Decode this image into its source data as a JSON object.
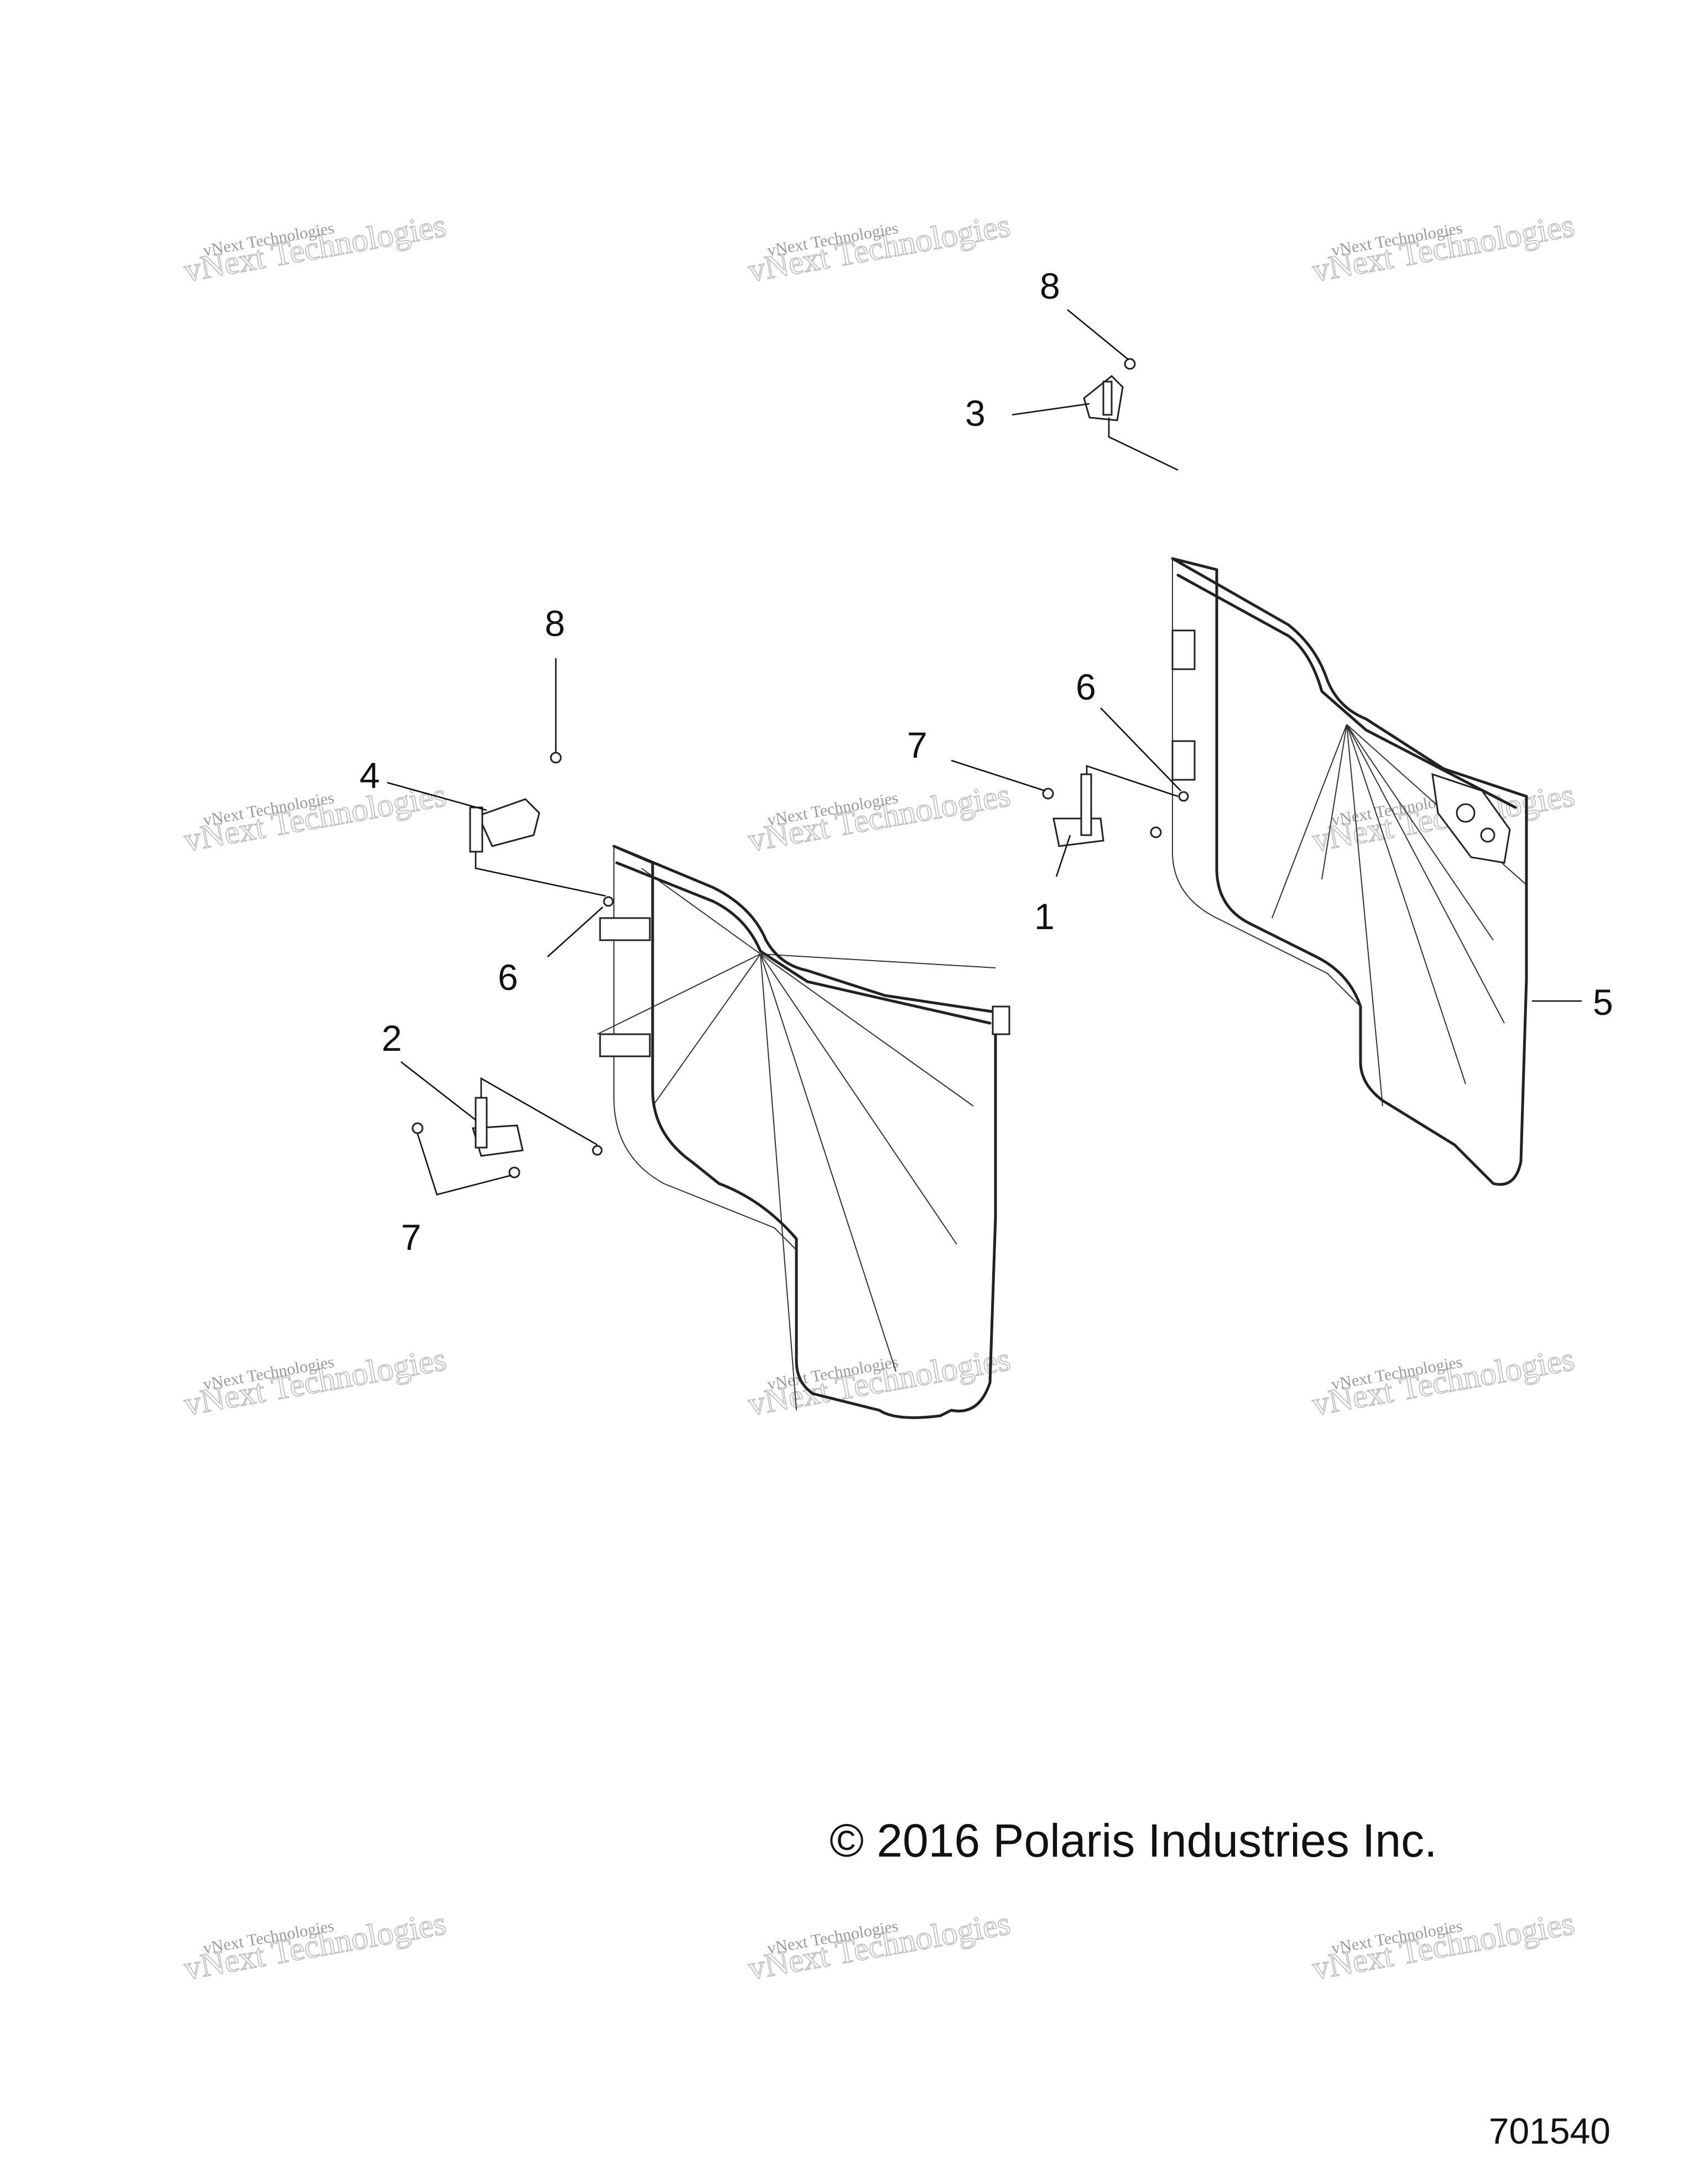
{
  "diagram": {
    "callouts": [
      {
        "id": "c1",
        "label": "1"
      },
      {
        "id": "c2",
        "label": "2"
      },
      {
        "id": "c3",
        "label": "3"
      },
      {
        "id": "c4",
        "label": "4"
      },
      {
        "id": "c5",
        "label": "5"
      },
      {
        "id": "c6a",
        "label": "6"
      },
      {
        "id": "c6b",
        "label": "6"
      },
      {
        "id": "c7a",
        "label": "7"
      },
      {
        "id": "c7b",
        "label": "7"
      },
      {
        "id": "c8a",
        "label": "8"
      },
      {
        "id": "c8b",
        "label": "8"
      }
    ]
  },
  "watermark": {
    "line1": "vNext Technologies",
    "line2": "vNext Technologies"
  },
  "footer": {
    "copyright": "© 2016 Polaris Industries Inc.",
    "doc_number": "701540"
  }
}
